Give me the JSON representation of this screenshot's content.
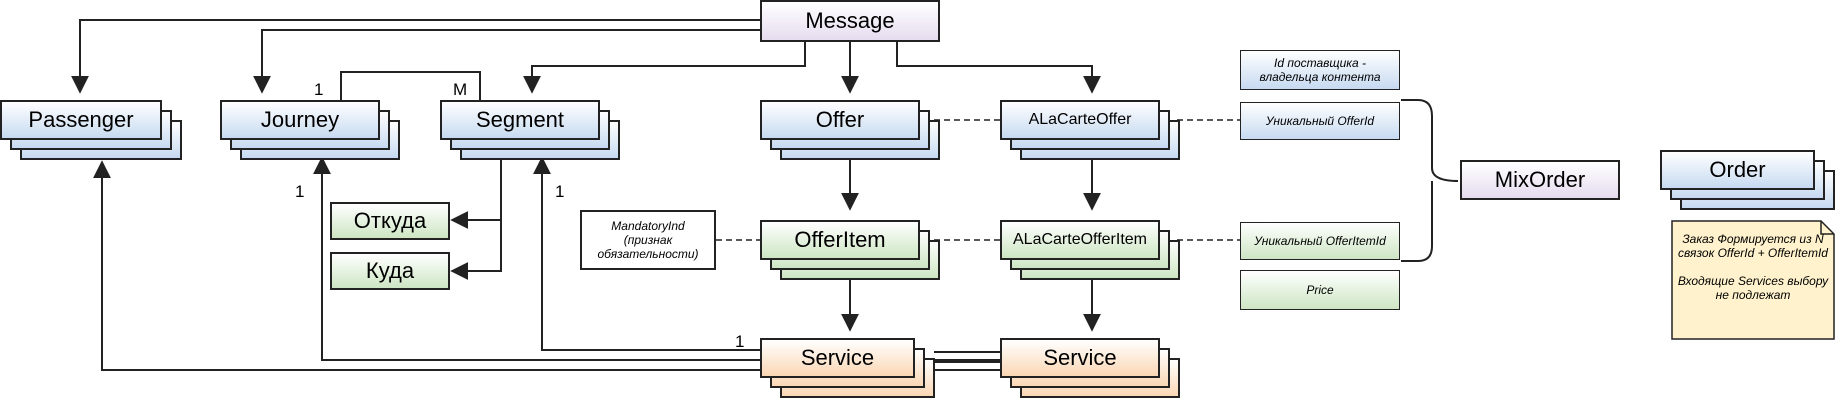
{
  "nodes": {
    "message": "Message",
    "passenger": "Passenger",
    "journey": "Journey",
    "segment": "Segment",
    "offer": "Offer",
    "alacarte_offer": "ALaCarteOffer",
    "offer_item": "OfferItem",
    "alacarte_offer_item": "ALaCarteOfferItem",
    "service_left": "Service",
    "service_right": "Service",
    "otkuda": "Откуда",
    "kuda": "Куда",
    "mixorder": "MixOrder",
    "order": "Order"
  },
  "notes": {
    "mandatory_ind": "MandatoryInd (признак обязательности)",
    "supplier_id": "Id поставщика - владельца контента",
    "unique_offer_id": "Уникальный OfferId",
    "unique_offer_item_id": "Уникальный OfferItemId",
    "price": "Price",
    "order_note_line1": "Заказ Формируется из N связок OfferId + OfferItemId",
    "order_note_line2": "Входящие Services выбору не подлежат"
  },
  "multiplicity": {
    "journey_segment_one": "1",
    "journey_segment_many": "M",
    "service_journey_one": "1",
    "service_segment_one": "1",
    "service_near_one": "1"
  },
  "colors": {
    "blue": "#c7daf1",
    "green": "#cde6c3",
    "orange": "#fbd7b4",
    "purple": "#e6dcef",
    "yellow_note": "#fff2cc",
    "line": "#222222"
  }
}
